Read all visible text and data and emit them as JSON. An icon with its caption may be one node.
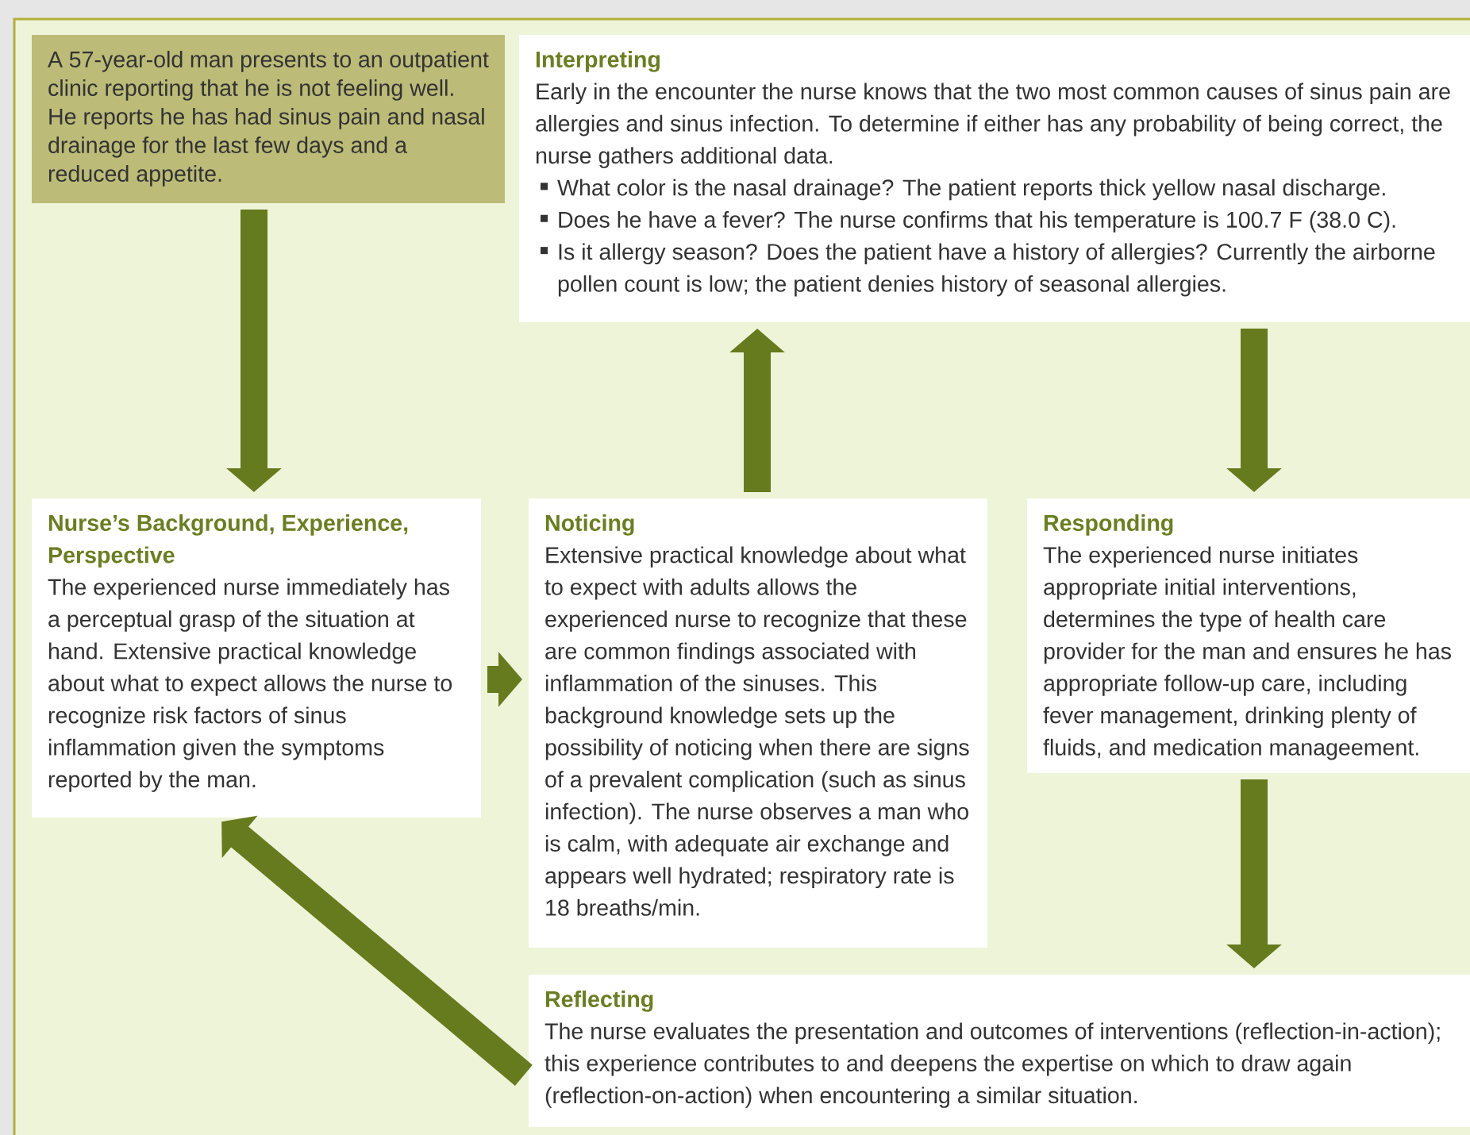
{
  "diagram": {
    "nodes": [
      {
        "text": [
          "A 57-year-old man presents to an outpatient clinic reporting that he is not feeling well. He reports he has had sinus pain and nasal drainage for the last few days and a reduced appetite."
        ]
      },
      {
        "text": [
          "Interpreting",
          "Early in the encounter the nurse knows that the two most common causes of sinus pain are allergies and sinus infection. To determine if either has any probability of being correct, the nurse gathers additional data.",
          "What color is the nasal drainage?  The patient reports thick yellow nasal discharge.",
          "Does he have a fever? The nurse confirms that his temperature is 100.7 F (38.0 C).",
          "Is it allergy season? Does the patient have a history of allergies?  Currently the airborne pollen count is low; the patient denies history of seasonal allergies."
        ]
      },
      {
        "text": [
          "Nurse’s Background, Experience, Perspective",
          "The experienced nurse immediately has a perceptual grasp of the situation at hand. Extensive practical knowledge about what to expect allows the nurse to recognize risk factors of sinus inflammation given the symptoms reported by the man."
        ]
      },
      {
        "text": [
          "Noticing",
          "Extensive practical knowledge about what to expect with adults allows the experienced nurse to recognize that these are common findings associated with inflammation of the sinuses. This background knowledge sets up the possibility of noticing when there are signs of a prevalent complication (such as sinus infection). The nurse observes a man who is calm, with adequate air exchange and appears well hydrated; respiratory rate is 18 breaths/min."
        ]
      },
      {
        "text": [
          "Responding",
          "The experienced nurse initiates appropriate initial interventions, determines the type of health care provider for the man and ensures he has appropriate follow-up care, including fever management, drinking plenty of fluids, and medication manageement."
        ]
      },
      {
        "text": [
          "Reflecting",
          "The nurse evaluates the presentation and outcomes of interventions (reflection-in-action); this experience contributes to and deepens the expertise on which to draw again (reflection-on-action) when encountering a similar situation."
        ]
      }
    ],
    "edges": [
      {
        "from": 0,
        "to": 2,
        "arrow": "to"
      },
      {
        "from": 2,
        "to": 3,
        "arrow": "to"
      },
      {
        "from": 3,
        "to": 1,
        "arrow": "to"
      },
      {
        "from": 1,
        "to": 4,
        "arrow": "to"
      },
      {
        "from": 4,
        "to": 5,
        "arrow": "to"
      },
      {
        "from": 5,
        "to": 2,
        "arrow": "to"
      }
    ]
  }
}
